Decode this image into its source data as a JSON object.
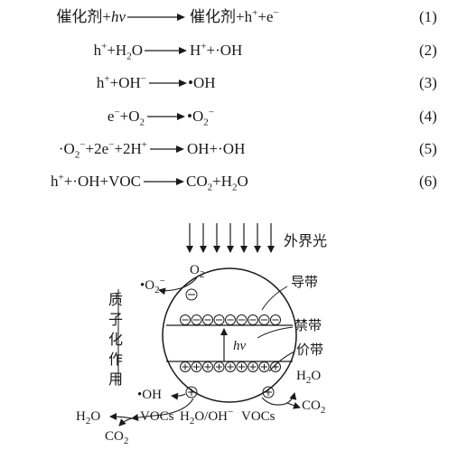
{
  "equations": [
    {
      "id": 1,
      "lhs": "催化剂+<i>hν</i>",
      "rhs": "催化剂+h<sup>+</sup>+e<sup>−</sup>",
      "num": "(1)"
    },
    {
      "id": 2,
      "lhs": "h<sup>+</sup>+H<sub>2</sub>O",
      "rhs": "H<sup>+</sup>+·OH",
      "num": "(2)"
    },
    {
      "id": 3,
      "lhs": "h<sup>+</sup>+OH<sup>−</sup>",
      "rhs": "•OH",
      "num": "(3)"
    },
    {
      "id": 4,
      "lhs": "e<sup>−</sup>+O<sub>2</sub>",
      "rhs": "•O<sub>2</sub><sup>−</sup>",
      "num": "(4)"
    },
    {
      "id": 5,
      "lhs": "·O<sub>2</sub><sup>−</sup>+2e<sup>−</sup>+2H<sup>+</sup>",
      "rhs": "OH+·OH",
      "num": "(5)"
    },
    {
      "id": 6,
      "lhs": "h<sup>+</sup>+·OH+VOC",
      "rhs": "CO<sub>2</sub>+H<sub>2</sub>O",
      "num": "(6)"
    }
  ],
  "diagram": {
    "external_light": "外界光",
    "conduction_band": "导带",
    "band_gap": "禁带",
    "valence_band": "价带",
    "hv": "<i>hν</i>",
    "protonation": "质子化作用",
    "o2": "O<sub>2</sub>",
    "superoxide": "•O<sub>2</sub><sup>−</sup>",
    "hydroxyl": "•OH",
    "h2o_left": "H<sub>2</sub>O",
    "co2_left": "CO<sub>2</sub>",
    "vocs_left": "VOCs",
    "h2o_oh": "H<sub>2</sub>O/OH<sup>−</sup>",
    "vocs_right": "VOCs",
    "h2o_right": "H<sub>2</sub>O",
    "co2_right": "CO<sub>2</sub>",
    "electron_sign": "⊖",
    "hole_sign": "⊕"
  }
}
